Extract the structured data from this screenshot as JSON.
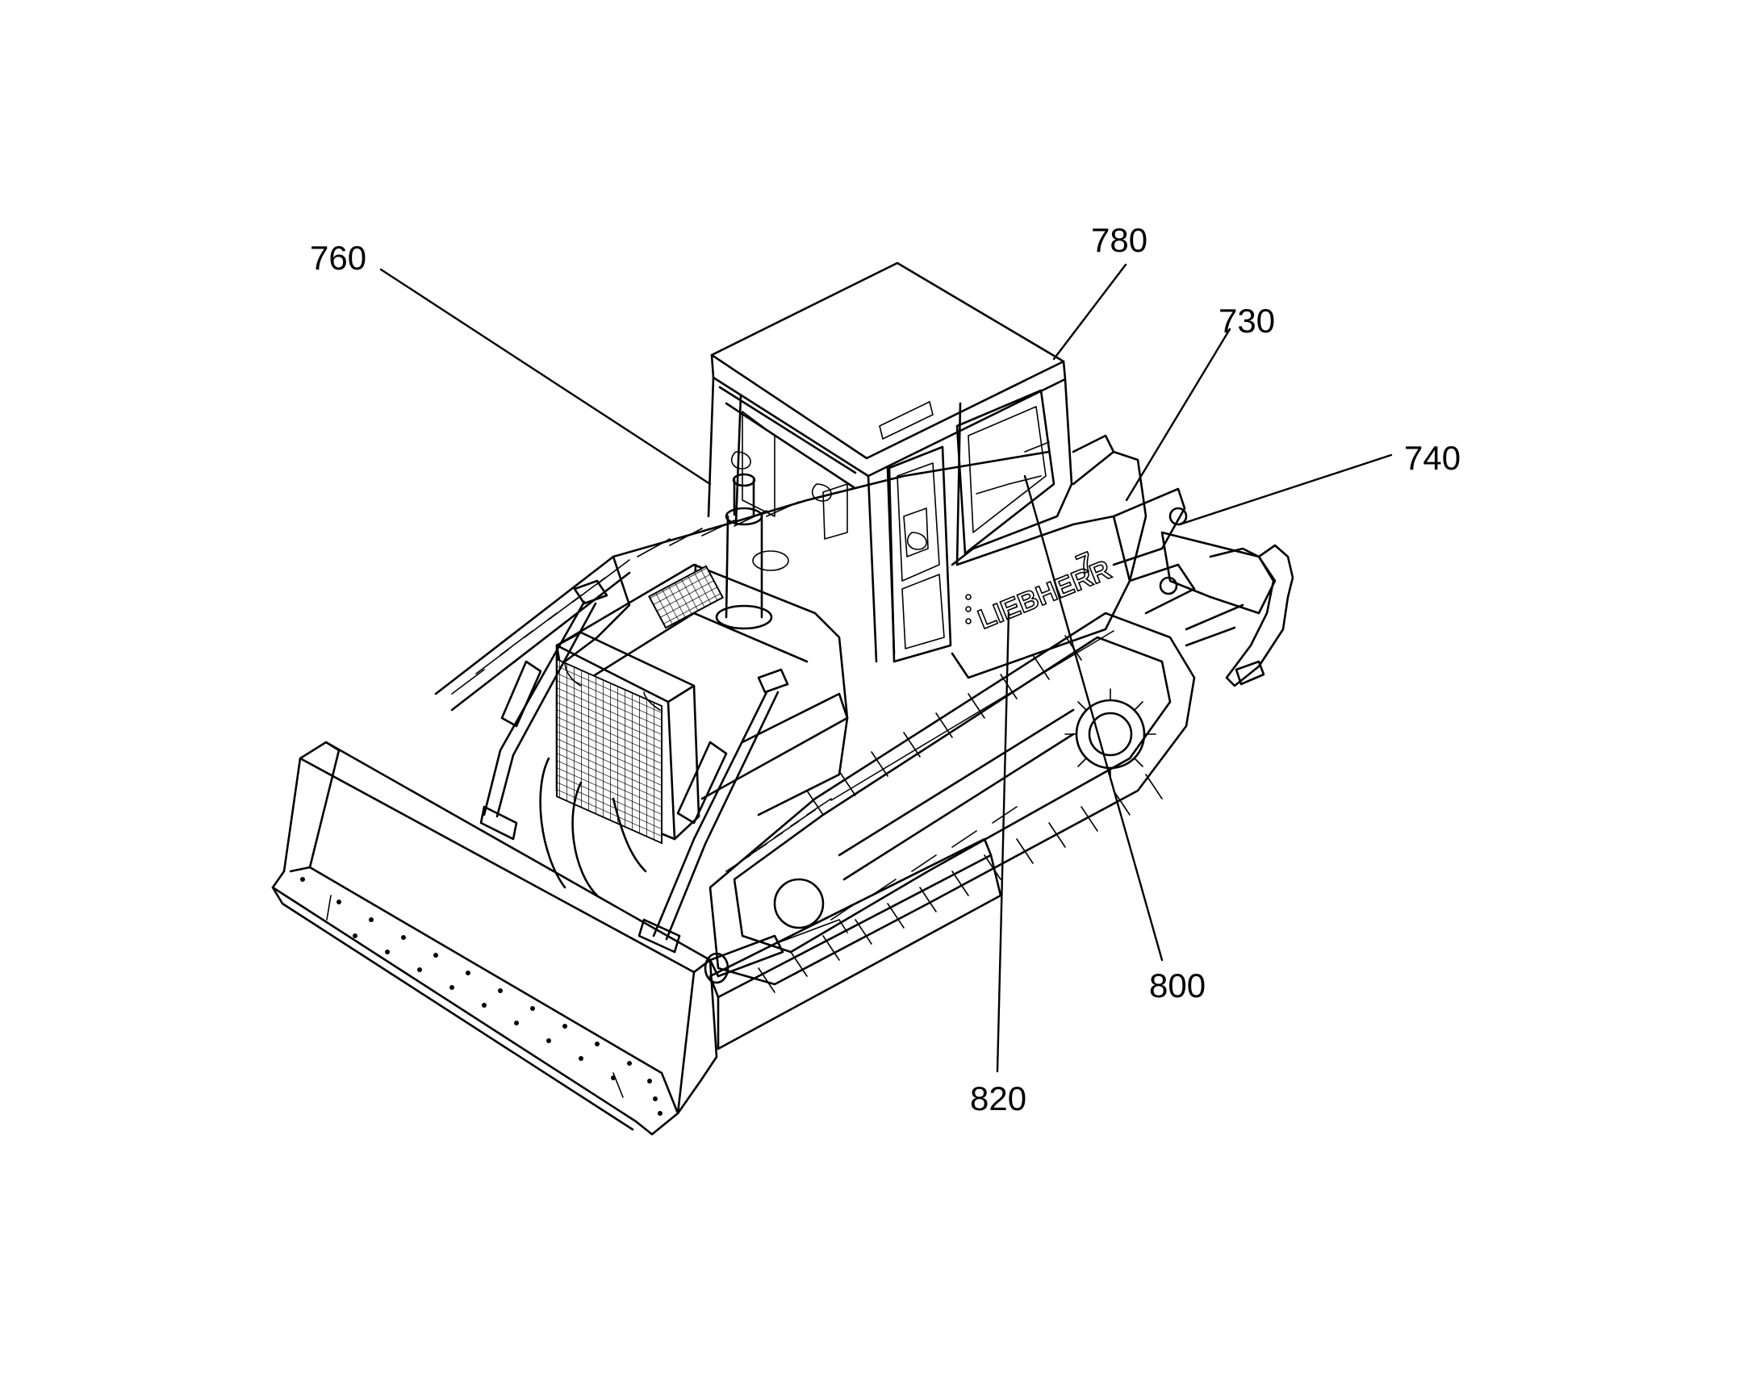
{
  "figure": {
    "machine_brand": "LIEBHERR",
    "model_mark": "7",
    "callouts": [
      {
        "id": "760",
        "label": "760"
      },
      {
        "id": "780",
        "label": "780"
      },
      {
        "id": "730",
        "label": "730"
      },
      {
        "id": "740",
        "label": "740"
      },
      {
        "id": "800",
        "label": "800"
      },
      {
        "id": "820",
        "label": "820"
      }
    ]
  }
}
